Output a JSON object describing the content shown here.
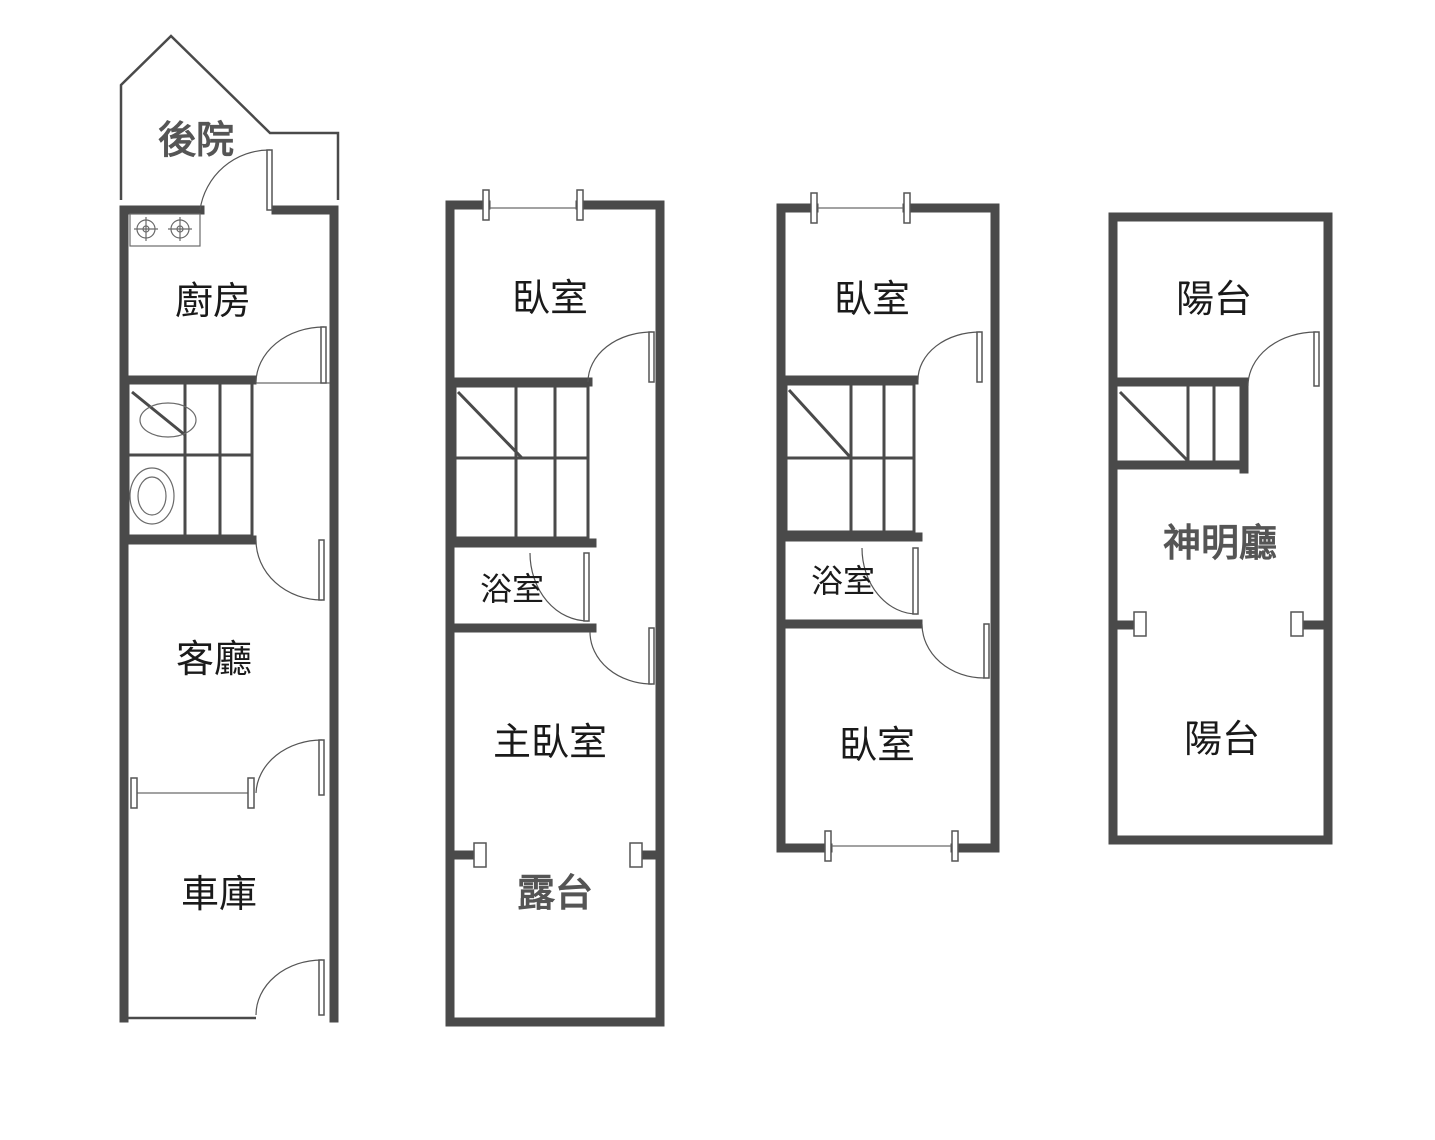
{
  "floors": [
    {
      "rooms": [
        {
          "key": "backyard",
          "label": "後院",
          "style": "light"
        },
        {
          "key": "kitchen",
          "label": "廚房"
        },
        {
          "key": "living",
          "label": "客廳"
        },
        {
          "key": "garage",
          "label": "車庫"
        }
      ]
    },
    {
      "rooms": [
        {
          "key": "bedroom",
          "label": "臥室"
        },
        {
          "key": "bath",
          "label": "浴室"
        },
        {
          "key": "master",
          "label": "主臥室"
        },
        {
          "key": "terrace",
          "label": "露台",
          "style": "light"
        }
      ]
    },
    {
      "rooms": [
        {
          "key": "bedroom-front",
          "label": "臥室"
        },
        {
          "key": "bath",
          "label": "浴室"
        },
        {
          "key": "bedroom-back",
          "label": "臥室"
        }
      ]
    },
    {
      "rooms": [
        {
          "key": "balcony-top",
          "label": "陽台"
        },
        {
          "key": "shrine",
          "label": "神明廳",
          "style": "light"
        },
        {
          "key": "balcony-bottom",
          "label": "陽台"
        }
      ]
    }
  ]
}
